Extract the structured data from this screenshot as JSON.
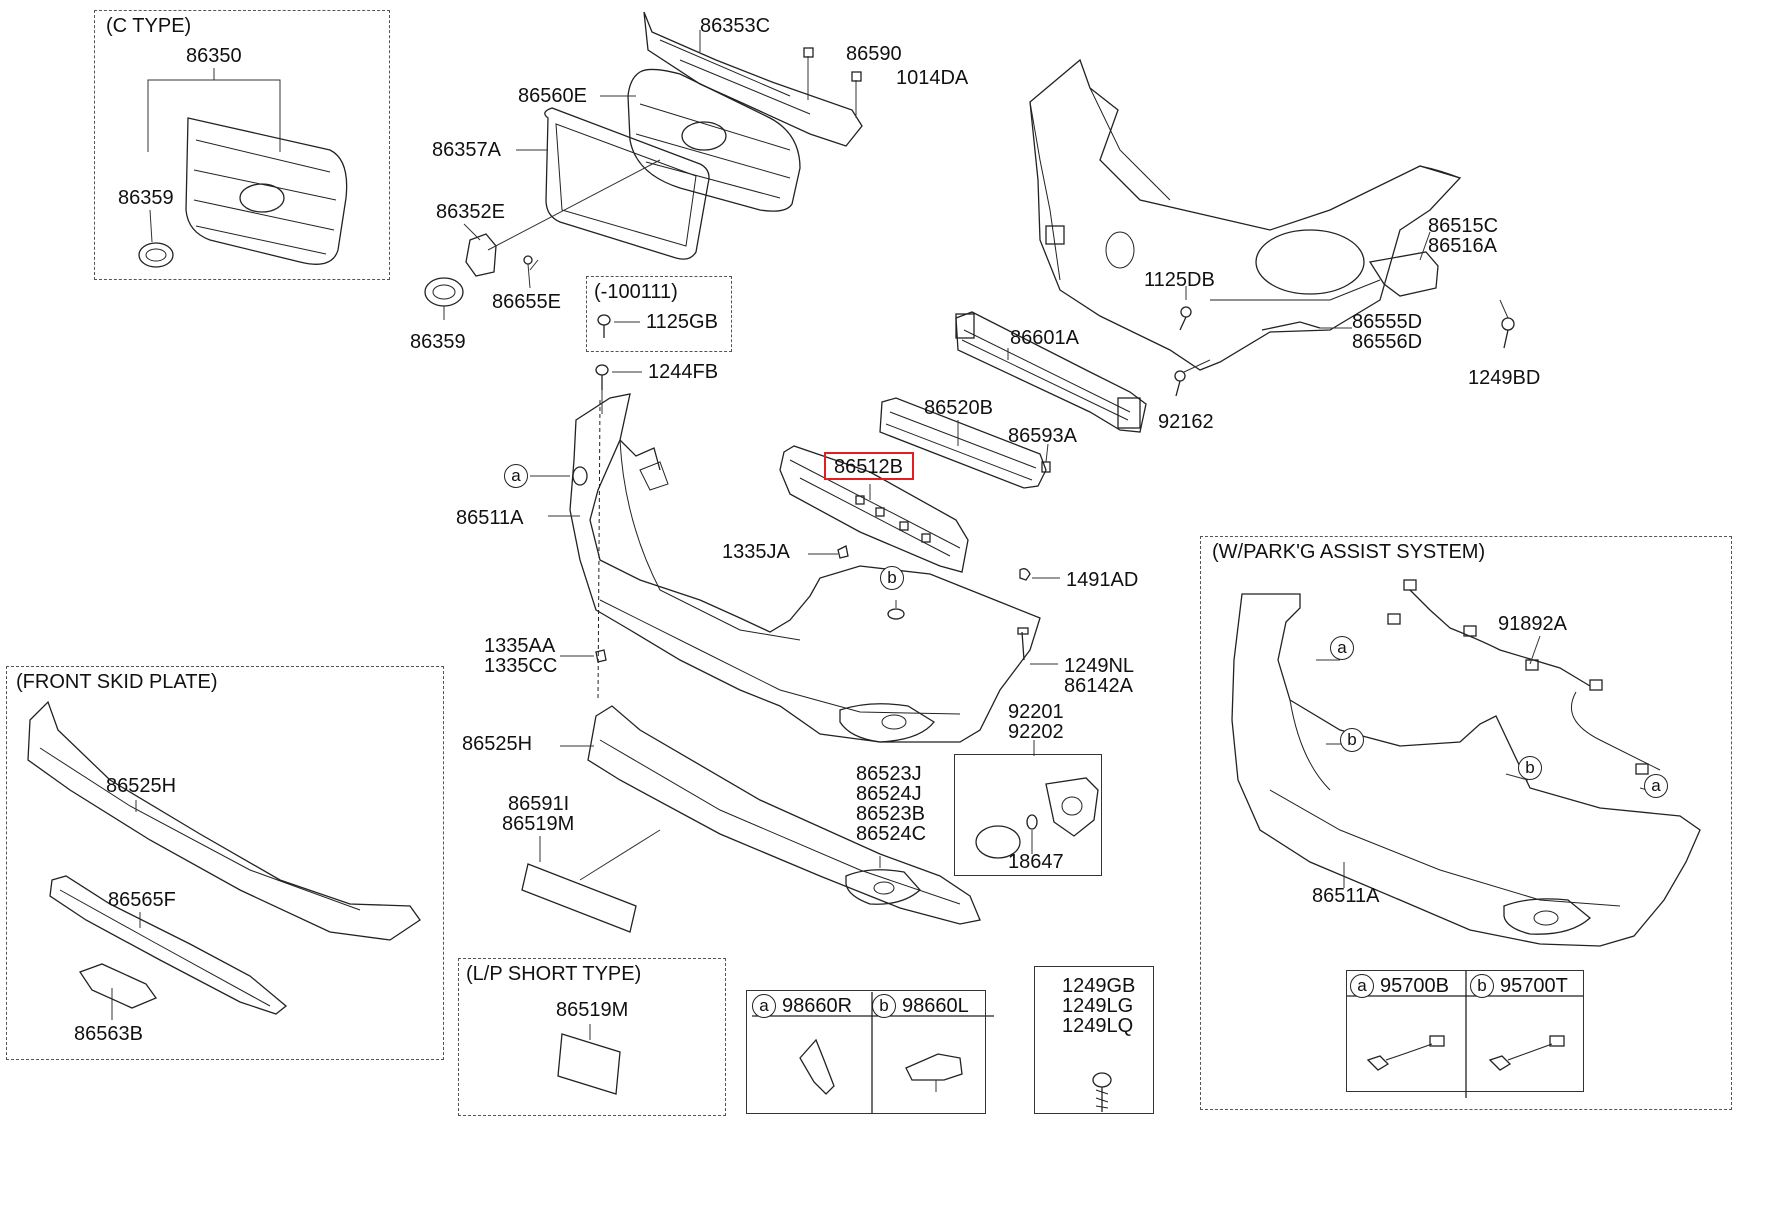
{
  "groups": {
    "c_type": "(C TYPE)",
    "front_skid_plate": "(FRONT SKID PLATE)",
    "lp_short_type": "(L/P SHORT TYPE)",
    "park_assist": "(W/PARK'G ASSIST SYSTEM)",
    "date_range": "(-100111)"
  },
  "highlighted_part": "86512B",
  "highlight_color": "#e0201e",
  "callouts": {
    "a": "a",
    "b": "b"
  },
  "parts": {
    "p86350": "86350",
    "p86359_ctype": "86359",
    "p86353C": "86353C",
    "p86590": "86590",
    "p1014DA": "1014DA",
    "p86560E": "86560E",
    "p86357A": "86357A",
    "p86352E": "86352E",
    "p86655E": "86655E",
    "p86359": "86359",
    "p1125GB": "1125GB",
    "p1244FB": "1244FB",
    "p86601A": "86601A",
    "p1125DB": "1125DB",
    "p86515C": "86515C",
    "p86516A": "86516A",
    "p86555D": "86555D",
    "p86556D": "86556D",
    "p1249BD": "1249BD",
    "p86520B": "86520B",
    "p86593A": "86593A",
    "p92162": "92162",
    "p86512B": "86512B",
    "p86511A": "86511A",
    "p1335JA": "1335JA",
    "p1491AD": "1491AD",
    "p1335AA": "1335AA",
    "p1335CC": "1335CC",
    "p1249NL": "1249NL",
    "p86142A": "86142A",
    "p92201": "92201",
    "p92202": "92202",
    "p18647": "18647",
    "p86525H": "86525H",
    "p86591I": "86591I",
    "p86519M": "86519M",
    "p86523J": "86523J",
    "p86524J": "86524J",
    "p86523B": "86523B",
    "p86524C": "86524C",
    "skid_86525H": "86525H",
    "skid_86565F": "86565F",
    "skid_86563B": "86563B",
    "lp_86519M": "86519M",
    "p98660R": "98660R",
    "p98660L": "98660L",
    "p1249GB": "1249GB",
    "p1249LG": "1249LG",
    "p1249LQ": "1249LQ",
    "pa_91892A": "91892A",
    "pa_86511A": "86511A",
    "pa_95700B": "95700B",
    "pa_95700T": "95700T"
  }
}
